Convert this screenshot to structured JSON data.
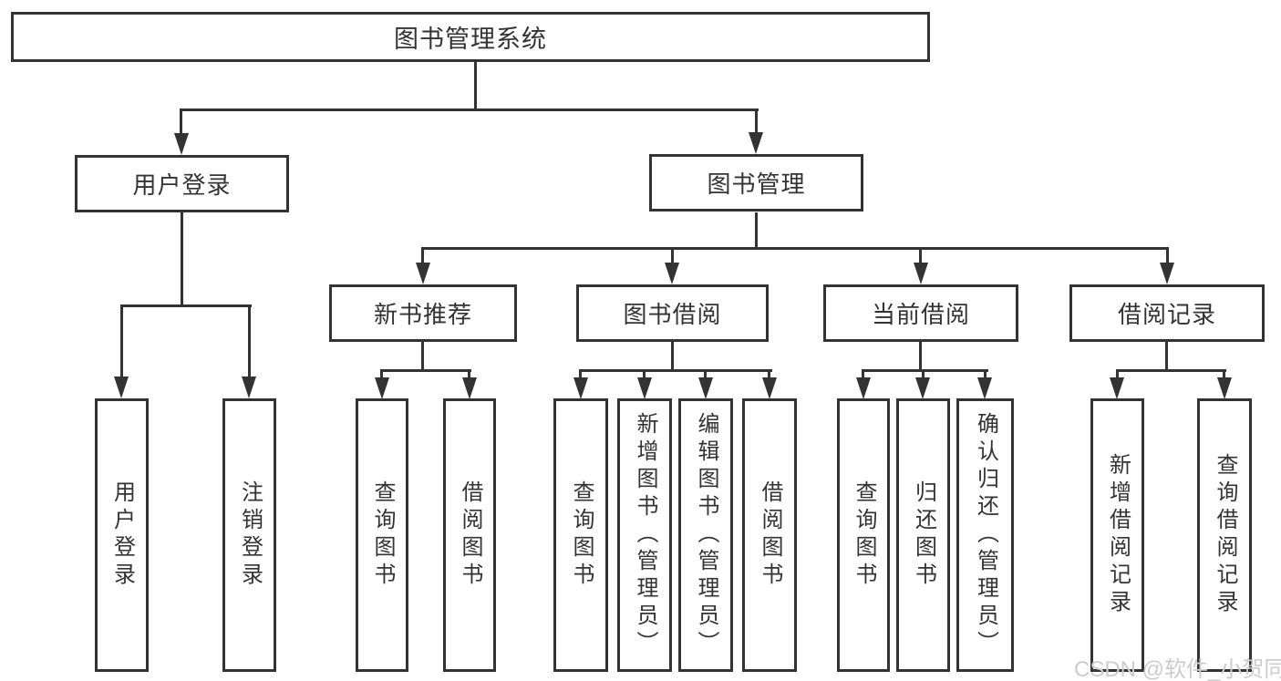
{
  "palette": {
    "line": "#333333",
    "text": "#333333",
    "background": "#ffffff",
    "watermark": "#cccccc"
  },
  "diagram": {
    "root": "图书管理系统",
    "level2": [
      "用户登录",
      "图书管理"
    ],
    "level3": [
      "新书推荐",
      "图书借阅",
      "当前借阅",
      "借阅记录"
    ],
    "leaves_login": [
      "用户登录",
      "注销登录"
    ],
    "leaves_recommend": [
      "查询图书",
      "借阅图书"
    ],
    "leaves_borrow": [
      "查询图书",
      "新增图书（管理员）",
      "编辑图书（管理员）",
      "借阅图书"
    ],
    "leaves_current": [
      "查询图书",
      "归还图书",
      "确认归还（管理员）"
    ],
    "leaves_records": [
      "新增借阅记录",
      "查询借阅记录"
    ]
  },
  "watermark": "CSDN @软件_小贺同学"
}
